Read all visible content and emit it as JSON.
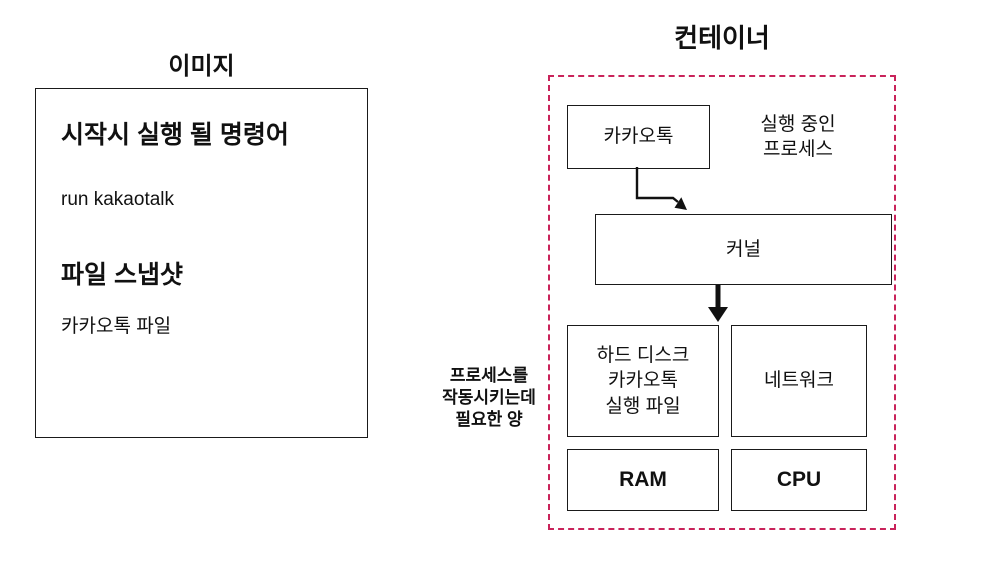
{
  "image_panel": {
    "title": "이미지",
    "command_heading": "시작시 실행 될 명령어",
    "command_value": "run kakaotalk",
    "snapshot_heading": "파일 스냅샷",
    "snapshot_value": "카카오톡 파일"
  },
  "container_panel": {
    "title": "컨테이너",
    "process_box_label": "카카오톡",
    "process_caption": "실행 중인\n프로세스",
    "kernel_label": "커널",
    "disk_label": "하드 디스크\n카카오톡\n실행 파일",
    "network_label": "네트워크",
    "ram_label": "RAM",
    "cpu_label": "CPU",
    "resources_caption": "프로세스를\n작동시키는데\n필요한 양",
    "border_color": "#c9235a",
    "box_border_color": "#1a1a1a"
  }
}
